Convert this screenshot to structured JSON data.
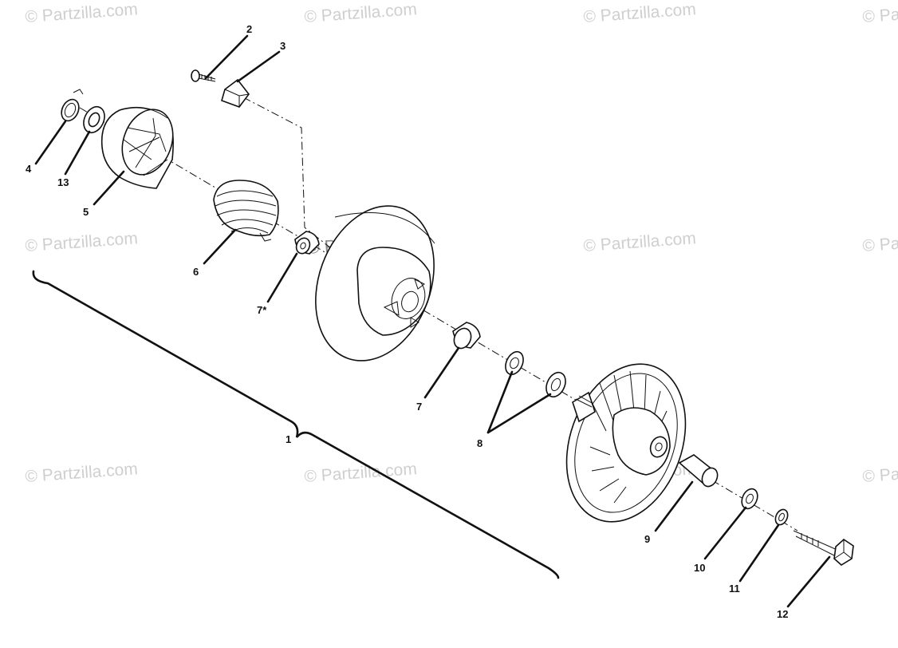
{
  "watermark": "© Partzilla.com",
  "center_watermark": "© Partzilla.com",
  "callouts": {
    "c1": "1",
    "c2": "2",
    "c3": "3",
    "c4": "4",
    "c5": "5",
    "c6": "6",
    "c7a": "7*",
    "c7": "7",
    "c8": "8",
    "c9": "9",
    "c10": "10",
    "c11": "11",
    "c12": "12",
    "c13": "13"
  },
  "colors": {
    "ink": "#111111",
    "watermark": "#cfcfcf",
    "background": "#ffffff"
  }
}
